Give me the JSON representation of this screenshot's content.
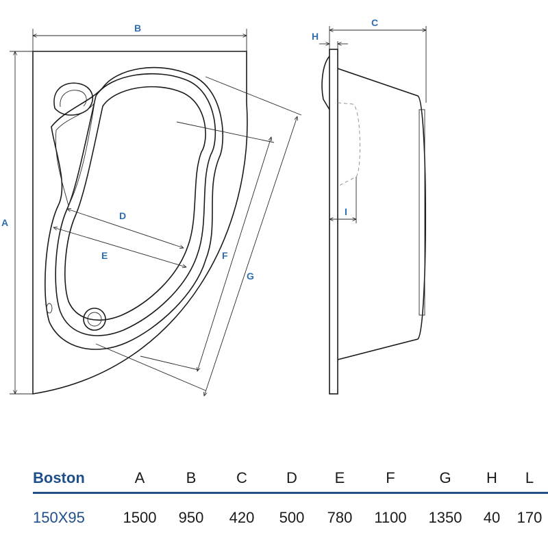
{
  "diagram": {
    "labels": {
      "A": "A",
      "B": "B",
      "C": "C",
      "D": "D",
      "E": "E",
      "F": "F",
      "G": "G",
      "H": "H",
      "I": "I"
    },
    "label_color": "#2f6db3"
  },
  "table": {
    "model": "Boston",
    "headers": [
      "A",
      "B",
      "C",
      "D",
      "E",
      "F",
      "G",
      "H",
      "L"
    ],
    "size": "150X95",
    "values": [
      "1500",
      "950",
      "420",
      "500",
      "780",
      "1100",
      "1350",
      "40",
      "170"
    ],
    "accent_color": "#1f4f8a"
  }
}
